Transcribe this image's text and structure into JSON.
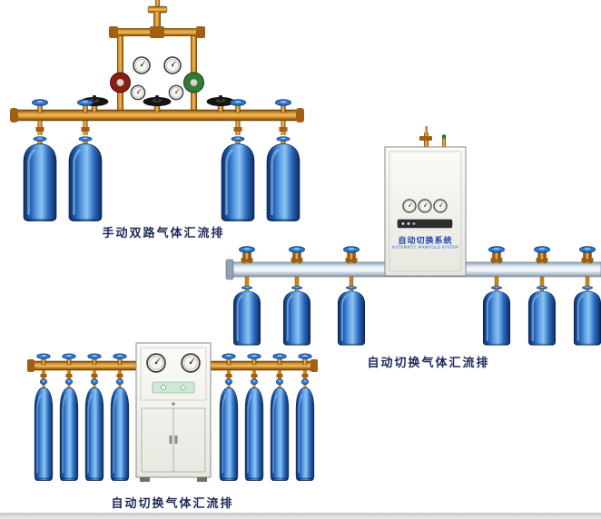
{
  "products": [
    {
      "id": "manual-dual-manifold",
      "label": "手动双路气体汇流排",
      "cylinders": 4
    },
    {
      "id": "auto-switch-manifold-rail",
      "label": "自动切换气体汇流排",
      "cylinders": 6,
      "cabinet": {
        "title": "自动切换系统",
        "subtitle": "AUTOMATIC MANIFOLD SYSTEM"
      }
    },
    {
      "id": "auto-switch-manifold-floor",
      "label": "自动切换气体汇流排",
      "cylinders": 8
    }
  ],
  "colors": {
    "label_text": "#1e2a5a",
    "cabinet_text": "#2343b8",
    "brass_pipe": "#d18f2a",
    "cylinder_blue": "#2f6fc4",
    "handwheel_blue": "#2e7ad6",
    "rail_steel": "#b7c7d4",
    "cabinet_body": "#f0f0ea",
    "background": "#ffffff"
  },
  "icons": {
    "gas-cylinder-icon": "blue rounded cylinder shape",
    "pressure-gauge-icon": "white circular dial with needle",
    "valve-handwheel-icon": "blue ellipse handwheel",
    "black-valve-handwheel-icon": "black ellipse handwheel",
    "regulator-icon": "round colored regulator body"
  }
}
